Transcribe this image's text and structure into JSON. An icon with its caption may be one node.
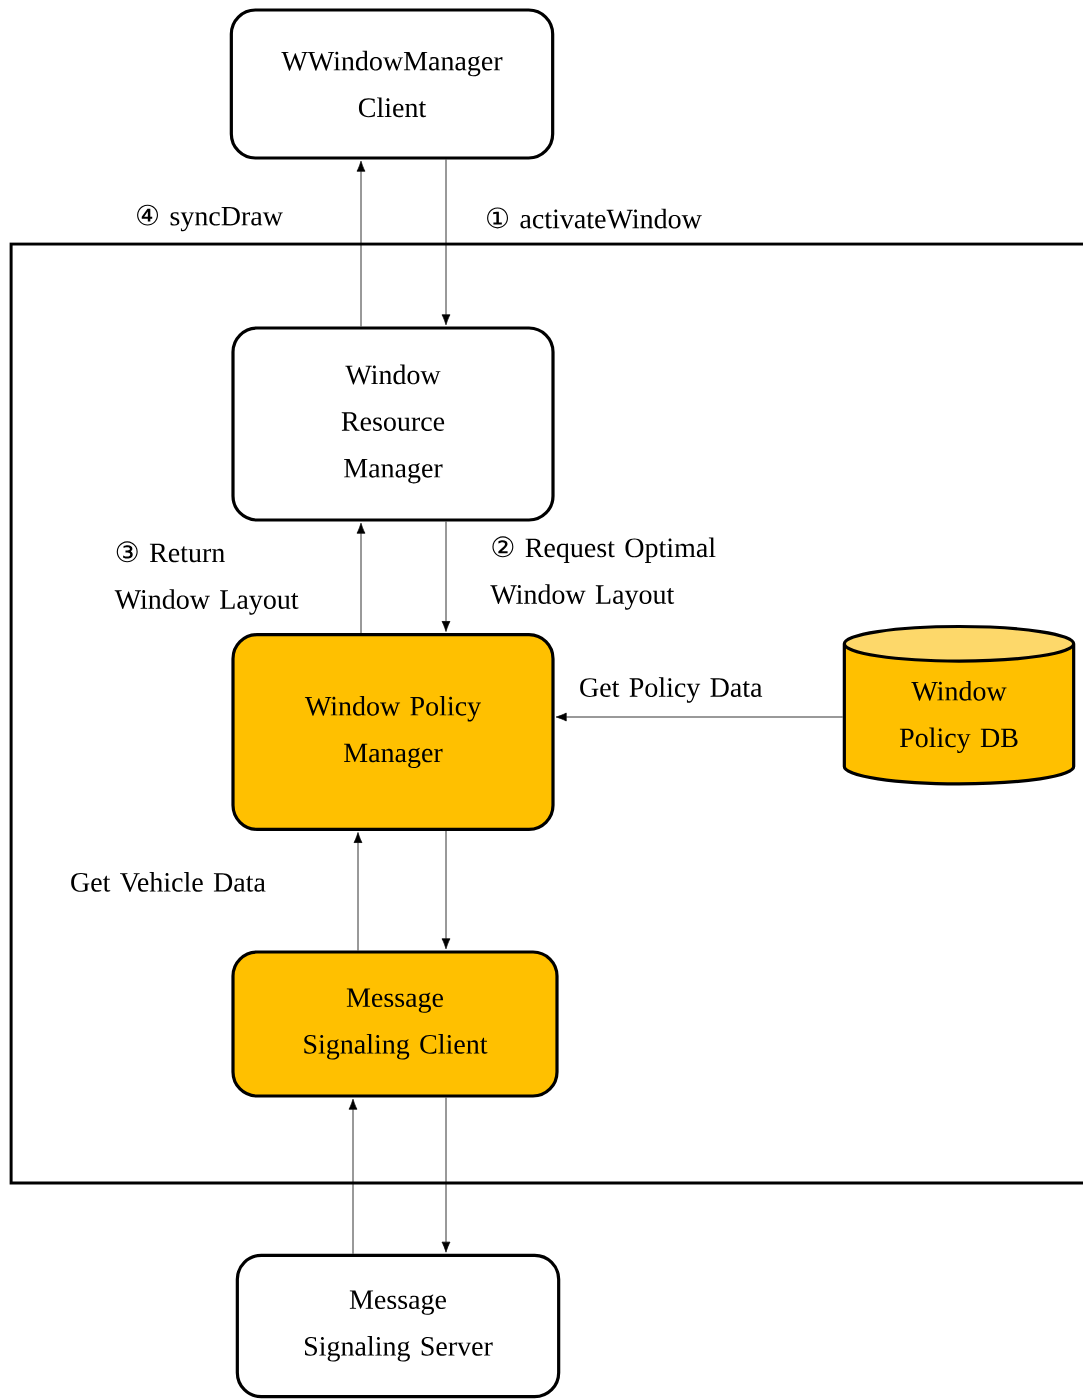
{
  "diagram": {
    "nodes": [
      {
        "text": [
          "WWindowManager Client"
        ]
      },
      {
        "text": [
          "Window Resource Manager"
        ]
      },
      {
        "text": [
          "Window Policy Manager"
        ]
      },
      {
        "text": [
          "Window Policy DB"
        ]
      },
      {
        "text": [
          "Message Signaling Client"
        ]
      },
      {
        "text": [
          "Message Signaling Server"
        ]
      }
    ],
    "edges": [
      {
        "from": 0,
        "to": 1,
        "arrow": "to",
        "label": "① activateWindow"
      },
      {
        "from": 1,
        "to": 0,
        "arrow": "to",
        "label": "④ syncDraw"
      },
      {
        "from": 1,
        "to": 2,
        "arrow": "to",
        "label": "② Request Optimal Window Layout"
      },
      {
        "from": 2,
        "to": 1,
        "arrow": "to",
        "label": "③ Return Window Layout"
      },
      {
        "from": 3,
        "to": 2,
        "arrow": "to",
        "label": "Get Policy Data"
      },
      {
        "from": 2,
        "to": 4,
        "arrow": "to"
      },
      {
        "from": 4,
        "to": 2,
        "arrow": "to",
        "label": "Get Vehicle Data"
      },
      {
        "from": 4,
        "to": 5,
        "arrow": "to"
      },
      {
        "from": 5,
        "to": 4,
        "arrow": "to"
      }
    ]
  }
}
